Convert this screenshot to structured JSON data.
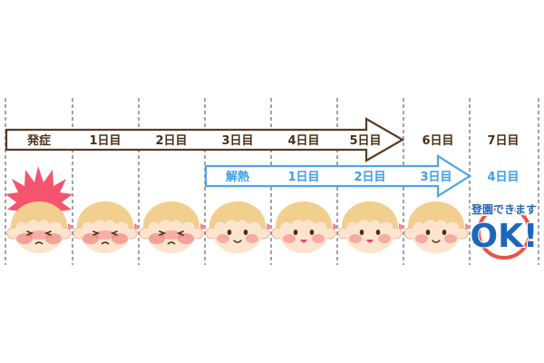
{
  "timeline": {
    "days": [
      "発症",
      "1日目",
      "2日目",
      "3日目",
      "4日目",
      "5日目",
      "6日目",
      "7日目"
    ],
    "after_fever": [
      "解熱",
      "1日目",
      "2日目",
      "3日目",
      "4日目"
    ]
  },
  "ok_badge": {
    "subtext": "登園できます",
    "text": "OK!"
  },
  "faces": [
    {
      "mood": "fever-burst"
    },
    {
      "mood": "crying"
    },
    {
      "mood": "crying"
    },
    {
      "mood": "calm"
    },
    {
      "mood": "happy"
    },
    {
      "mood": "happy"
    },
    {
      "mood": "smile"
    }
  ],
  "colors": {
    "brown_arrow": "#5a3a22",
    "blue_arrow": "#4aa6ec",
    "hair": "#f1cf8e",
    "skin": "#fde4cf",
    "cheek": "#f39a90",
    "fever_burst": "#f4546d",
    "pointer": "#f3879a",
    "ok_blue": "#1e67b8",
    "ok_ring": "#e8534a"
  }
}
